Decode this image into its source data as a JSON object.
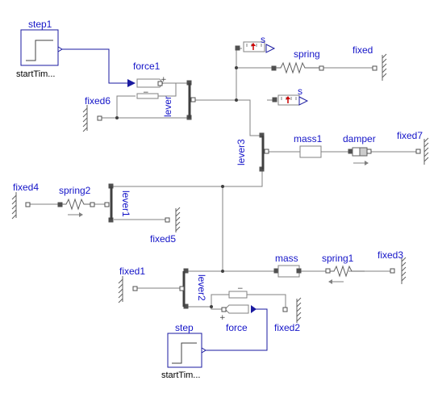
{
  "components": {
    "step1": {
      "label": "step1",
      "param": "startTim..."
    },
    "step": {
      "label": "step",
      "param": "startTim..."
    },
    "force1": {
      "label": "force1"
    },
    "force": {
      "label": "force"
    },
    "fixed": {
      "label": "fixed"
    },
    "fixed1": {
      "label": "fixed1"
    },
    "fixed2": {
      "label": "fixed2"
    },
    "fixed3": {
      "label": "fixed3"
    },
    "fixed4": {
      "label": "fixed4"
    },
    "fixed5": {
      "label": "fixed5"
    },
    "fixed6": {
      "label": "fixed6"
    },
    "fixed7": {
      "label": "fixed7"
    },
    "spring": {
      "label": "spring"
    },
    "spring1": {
      "label": "spring1"
    },
    "spring2": {
      "label": "spring2"
    },
    "mass": {
      "label": "mass"
    },
    "mass1": {
      "label": "mass1"
    },
    "damper": {
      "label": "damper"
    },
    "lever": {
      "label": "lever"
    },
    "lever1": {
      "label": "lever1"
    },
    "lever2": {
      "label": "lever2"
    },
    "lever3": {
      "label": "lever3"
    },
    "sensor_top": {
      "label": "s"
    },
    "sensor_mid": {
      "label": "s"
    }
  },
  "colors": {
    "label": "#1414c8",
    "wire": "#808080",
    "signal": "#1a1aa0",
    "sensor": "#cc0000"
  }
}
